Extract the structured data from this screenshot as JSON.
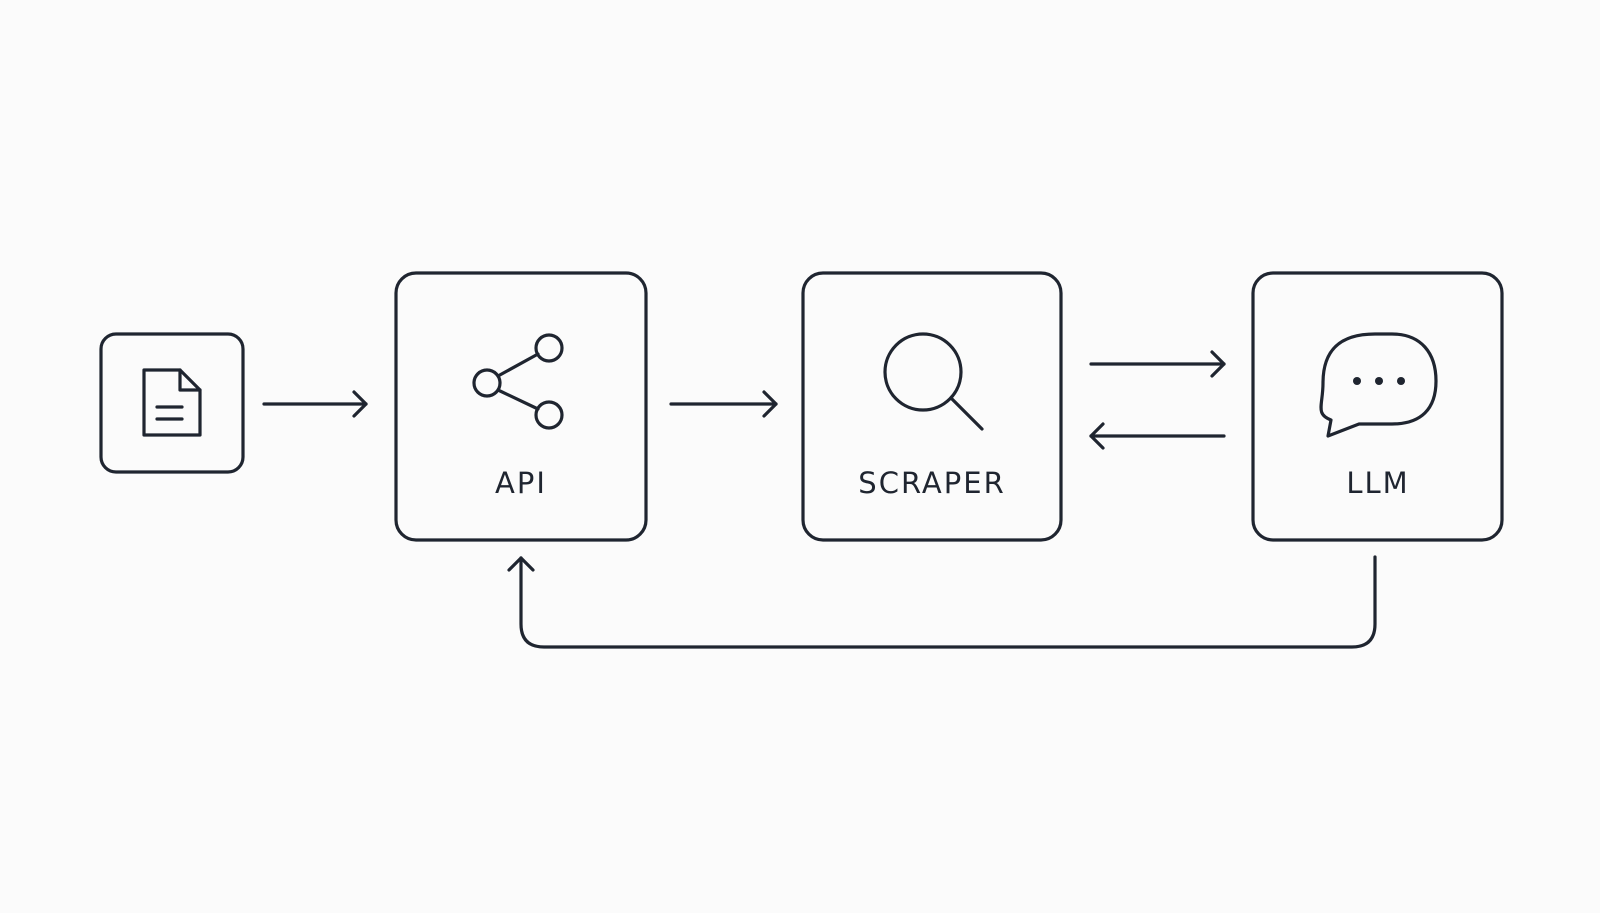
{
  "diagram": {
    "nodes": [
      {
        "id": "document",
        "label": "",
        "icon": "document-icon"
      },
      {
        "id": "api",
        "label": "API",
        "icon": "share-icon"
      },
      {
        "id": "scraper",
        "label": "SCRAPER",
        "icon": "search-icon"
      },
      {
        "id": "llm",
        "label": "LLM",
        "icon": "chat-bubble-icon"
      }
    ],
    "edges": [
      {
        "from": "document",
        "to": "api"
      },
      {
        "from": "api",
        "to": "scraper"
      },
      {
        "from": "scraper",
        "to": "llm"
      },
      {
        "from": "llm",
        "to": "scraper"
      },
      {
        "from": "llm",
        "to": "api"
      }
    ],
    "colors": {
      "stroke": "#1f2530",
      "background": "#fbfbfb"
    }
  }
}
